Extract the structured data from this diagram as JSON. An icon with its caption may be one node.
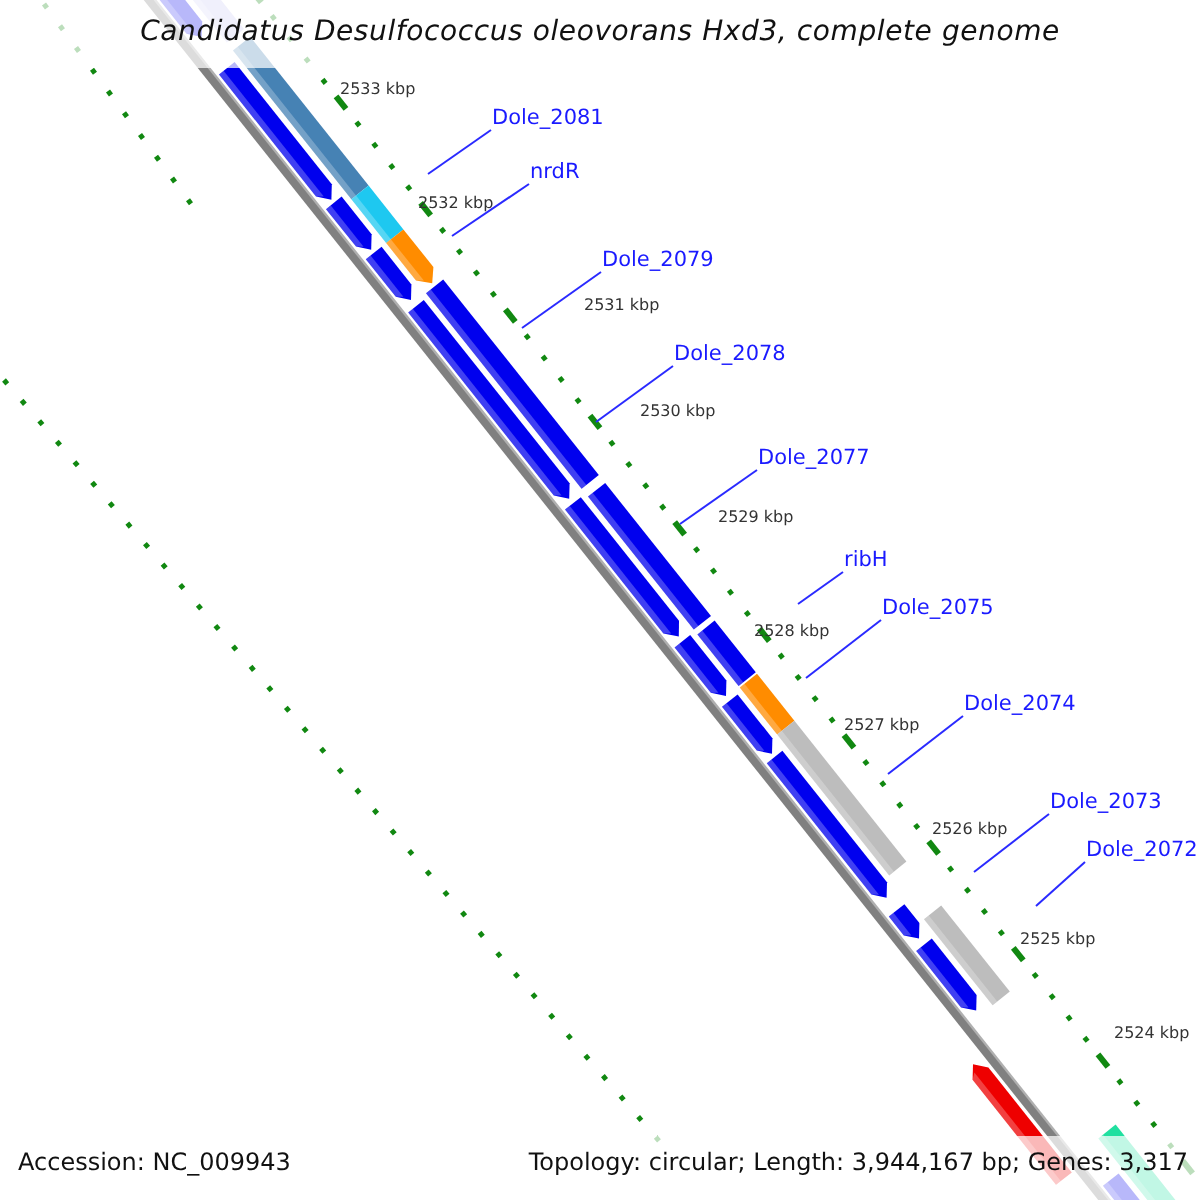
{
  "diagram": {
    "title": "Candidatus Desulfococcus oleovorans Hxd3, complete genome",
    "nodes": [
      {
        "text": [
          "Dole_2081"
        ]
      },
      {
        "text": [
          "nrdR"
        ]
      },
      {
        "text": [
          "Dole_2079"
        ]
      },
      {
        "text": [
          "Dole_2078"
        ]
      },
      {
        "text": [
          "Dole_2077"
        ]
      },
      {
        "text": [
          "ribH"
        ]
      },
      {
        "text": [
          "Dole_2075"
        ]
      },
      {
        "text": [
          "Dole_2074"
        ]
      },
      {
        "text": [
          "Dole_2073"
        ]
      },
      {
        "text": [
          "Dole_2072"
        ]
      }
    ],
    "edges": [
      {
        "from": 0,
        "to": null,
        "arrow": "none"
      },
      {
        "from": 1,
        "to": null,
        "arrow": "none"
      },
      {
        "from": 2,
        "to": null,
        "arrow": "none"
      },
      {
        "from": 3,
        "to": null,
        "arrow": "none"
      },
      {
        "from": 4,
        "to": null,
        "arrow": "none"
      },
      {
        "from": 5,
        "to": null,
        "arrow": "none"
      },
      {
        "from": 6,
        "to": null,
        "arrow": "none"
      },
      {
        "from": 7,
        "to": null,
        "arrow": "none"
      },
      {
        "from": 8,
        "to": null,
        "arrow": "none"
      },
      {
        "from": 9,
        "to": null,
        "arrow": "none"
      }
    ],
    "labels": [
      "2533 kbp",
      "2532 kbp",
      "2531 kbp",
      "2530 kbp",
      "2529 kbp",
      "2528 kbp",
      "2527 kbp",
      "2526 kbp",
      "2525 kbp",
      "2524 kbp",
      "Accession: NC_009943",
      "Topology: circular; Length: 3,944,167 bp; Genes: 3,317"
    ]
  }
}
